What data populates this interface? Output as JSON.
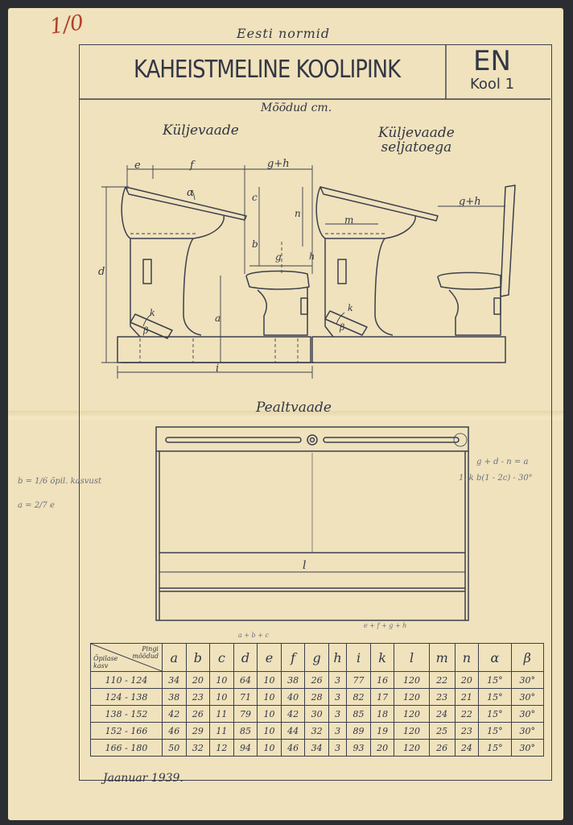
{
  "header": {
    "series": "Eesti normid",
    "title": "KAHEISTMELINE KOOLIPINK",
    "code": "EN",
    "subcode": "Kool 1"
  },
  "drawing": {
    "units_label": "Mõõdud cm.",
    "view_side": "Küljevaade",
    "view_side_back": "Küljevaade seljatoega",
    "view_top": "Pealtvaade",
    "dim_labels": [
      "e",
      "f",
      "g+h",
      "g+h",
      "c",
      "b",
      "a",
      "d",
      "i",
      "g",
      "h",
      "m",
      "n",
      "k",
      "k",
      "α",
      "β",
      "β",
      "l"
    ]
  },
  "table": {
    "corner_top": "Pingi mõõdud",
    "corner_bottom": "Õpilase kasv",
    "columns": [
      "a",
      "b",
      "c",
      "d",
      "e",
      "f",
      "g",
      "h",
      "i",
      "k",
      "l",
      "m",
      "n",
      "α",
      "β"
    ],
    "rows": [
      {
        "height": "110 - 124",
        "values": [
          "34",
          "20",
          "10",
          "64",
          "10",
          "38",
          "26",
          "3",
          "77",
          "16",
          "120",
          "22",
          "20",
          "15°",
          "30°"
        ]
      },
      {
        "height": "124 - 138",
        "values": [
          "38",
          "23",
          "10",
          "71",
          "10",
          "40",
          "28",
          "3",
          "82",
          "17",
          "120",
          "23",
          "21",
          "15°",
          "30°"
        ]
      },
      {
        "height": "138 - 152",
        "values": [
          "42",
          "26",
          "11",
          "79",
          "10",
          "42",
          "30",
          "3",
          "85",
          "18",
          "120",
          "24",
          "22",
          "15°",
          "30°"
        ]
      },
      {
        "height": "152 - 166",
        "values": [
          "46",
          "29",
          "11",
          "85",
          "10",
          "44",
          "32",
          "3",
          "89",
          "19",
          "120",
          "25",
          "23",
          "15°",
          "30°"
        ]
      },
      {
        "height": "166 - 180",
        "values": [
          "50",
          "32",
          "12",
          "94",
          "10",
          "46",
          "34",
          "3",
          "93",
          "20",
          "120",
          "26",
          "24",
          "15°",
          "30°"
        ]
      }
    ]
  },
  "footer": {
    "date": "Jaanuar 1939."
  },
  "annotations": {
    "corner_mark": "1/0",
    "left_note_1": "b = 1/6 õpil. kasvust",
    "left_note_2": "a = 2/7 e",
    "right_note_1": "g + d - n = a",
    "right_note_2": "1. k  b(1 - 2c) - 30°",
    "table_note_1": "a + b + c",
    "table_note_2": "e + f + g + h"
  },
  "colors": {
    "paper": "#efe2bc",
    "ink": "#3c3f4f",
    "background": "#2b2d33",
    "red_pencil": "#b3402a"
  }
}
